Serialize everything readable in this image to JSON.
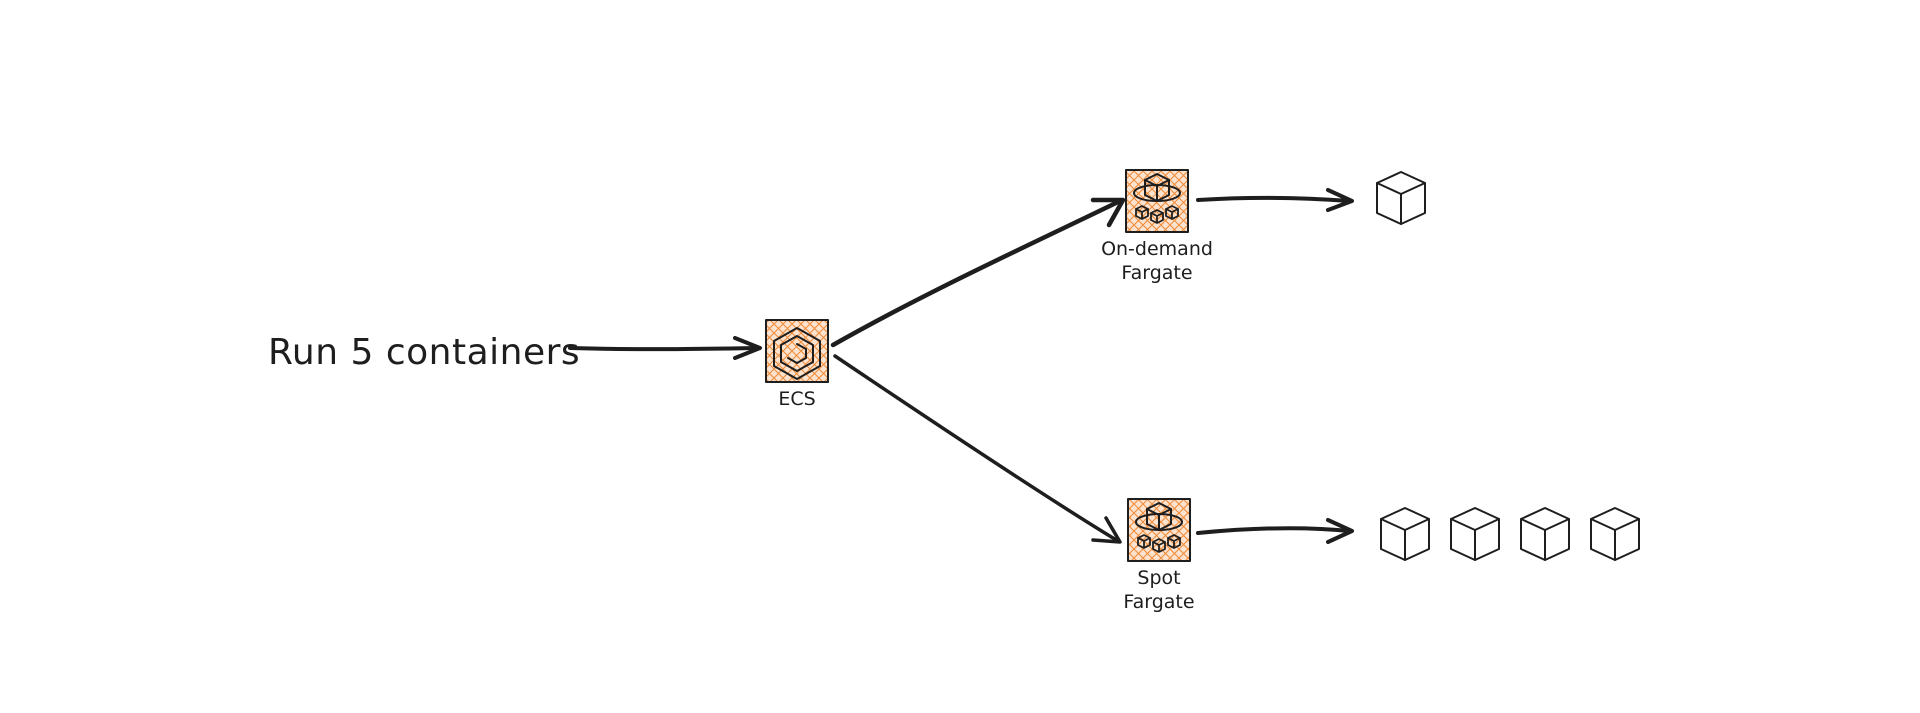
{
  "diagram": {
    "title": "Run 5 containers",
    "nodes": {
      "ecs": {
        "label": "ECS",
        "icon": "ecs-icon"
      },
      "on_demand": {
        "label_line1": "On-demand",
        "label_line2": "Fargate",
        "icon": "fargate-icon"
      },
      "spot": {
        "label_line1": "Spot",
        "label_line2": "Fargate",
        "icon": "fargate-icon"
      }
    },
    "containers": {
      "on_demand_count": 1,
      "spot_count": 4,
      "icon": "container-cube-icon"
    },
    "colors": {
      "ink": "#1e1e1e",
      "tile_fill": "#fbe3cf",
      "hatch": "#f08c3a"
    }
  }
}
